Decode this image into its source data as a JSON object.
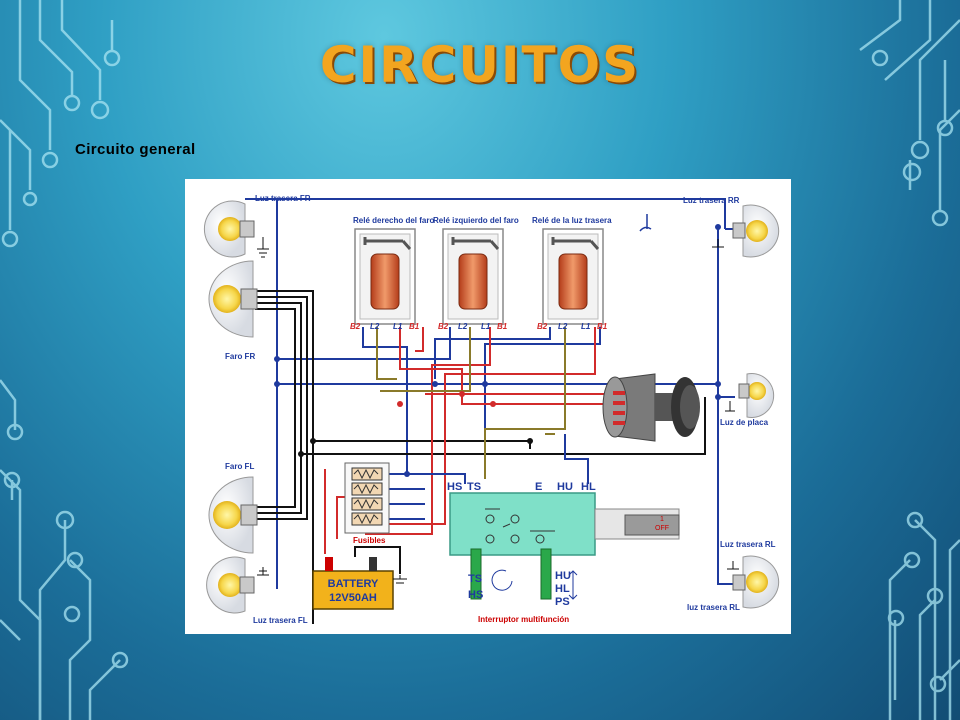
{
  "slide": {
    "title": "CIRCUITOS",
    "subtitle": "Circuito general"
  },
  "diagram": {
    "components": {
      "tail_fr": "Luz trasera FR",
      "head_fr": "Faro FR",
      "head_fl": "Faro FL",
      "tail_fl": "Luz trasera FL",
      "tail_rr": "Luz trasera RR",
      "plate": "Luz de placa",
      "tail_rl_upper": "Luz trasera RL",
      "tail_rl_lower": "luz trasera RL",
      "relay_right": "Relé derecho del faro",
      "relay_left": "Relé izquierdo del faro",
      "relay_tail": "Relé de la luz trasera",
      "fuses": "Fusibles",
      "battery_line1": "BATTERY",
      "battery_line2": "12V50AH",
      "multiswitch": "Interruptor multifunción"
    },
    "relay_pins": {
      "b2": "B2",
      "l2": "L2",
      "l1": "L1",
      "b1": "B1"
    },
    "switch_terminals": {
      "hs": "HS",
      "ts": "TS",
      "e": "E",
      "hu": "HU",
      "hl": "HL"
    },
    "switch_legend": {
      "ts": "TS",
      "hs": "HS",
      "hu": "HU",
      "hl": "HL",
      "ps": "PS"
    },
    "stalk_labels": {
      "one": "1",
      "off": "OFF"
    },
    "colors": {
      "blue_wire": "#1f3a9e",
      "red_wire": "#d22b2b",
      "black_wire": "#111111",
      "olive_wire": "#8a7a2a",
      "switch_body": "#7fe0c8",
      "battery": "#f2b21b",
      "label_red": "#cc0000"
    }
  }
}
